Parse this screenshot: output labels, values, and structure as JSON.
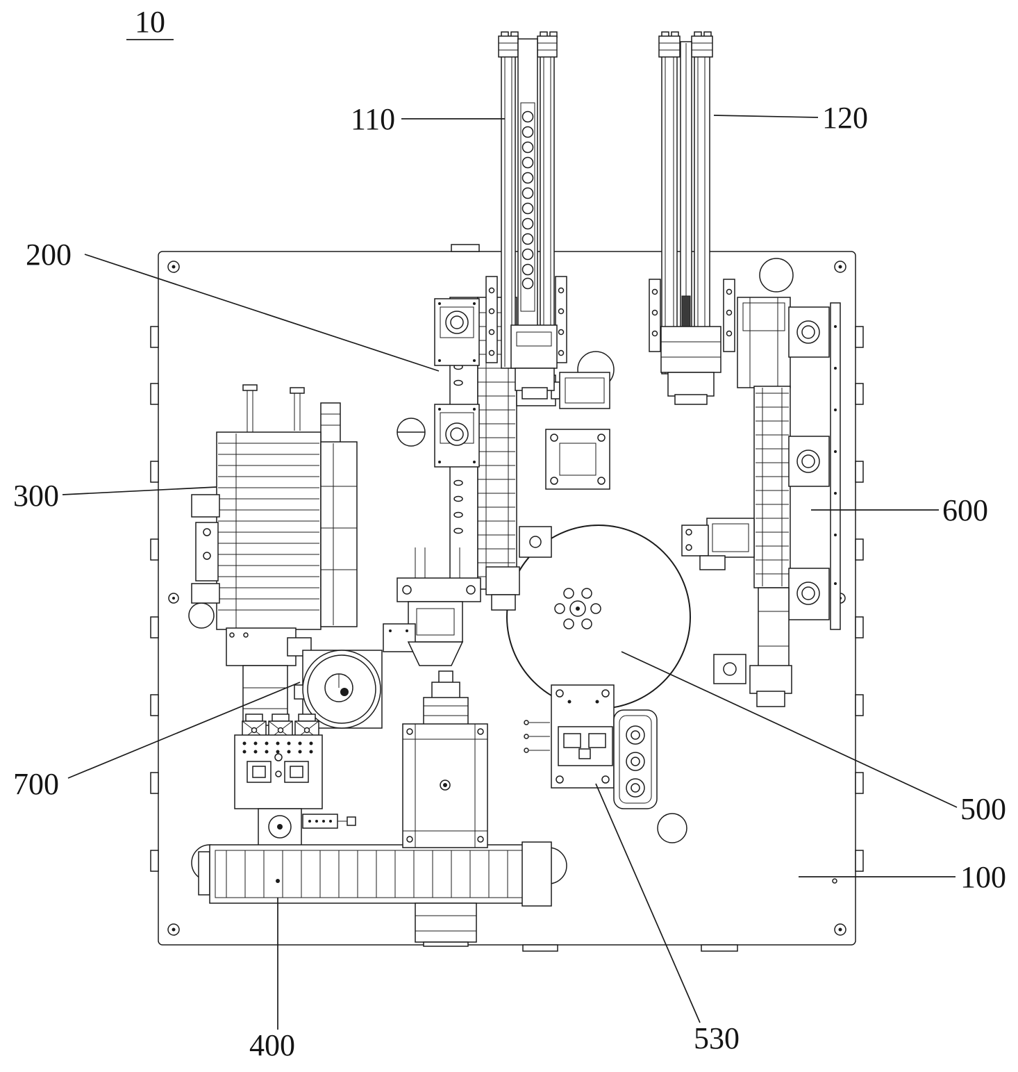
{
  "figure": {
    "labels": {
      "r10": "10",
      "r110": "110",
      "r120": "120",
      "r200": "200",
      "r300": "300",
      "r400": "400",
      "r500": "500",
      "r530": "530",
      "r600": "600",
      "r700": "700",
      "r100": "100"
    },
    "colors": {
      "line": "#1b1b1b",
      "background": "#ffffff"
    }
  }
}
